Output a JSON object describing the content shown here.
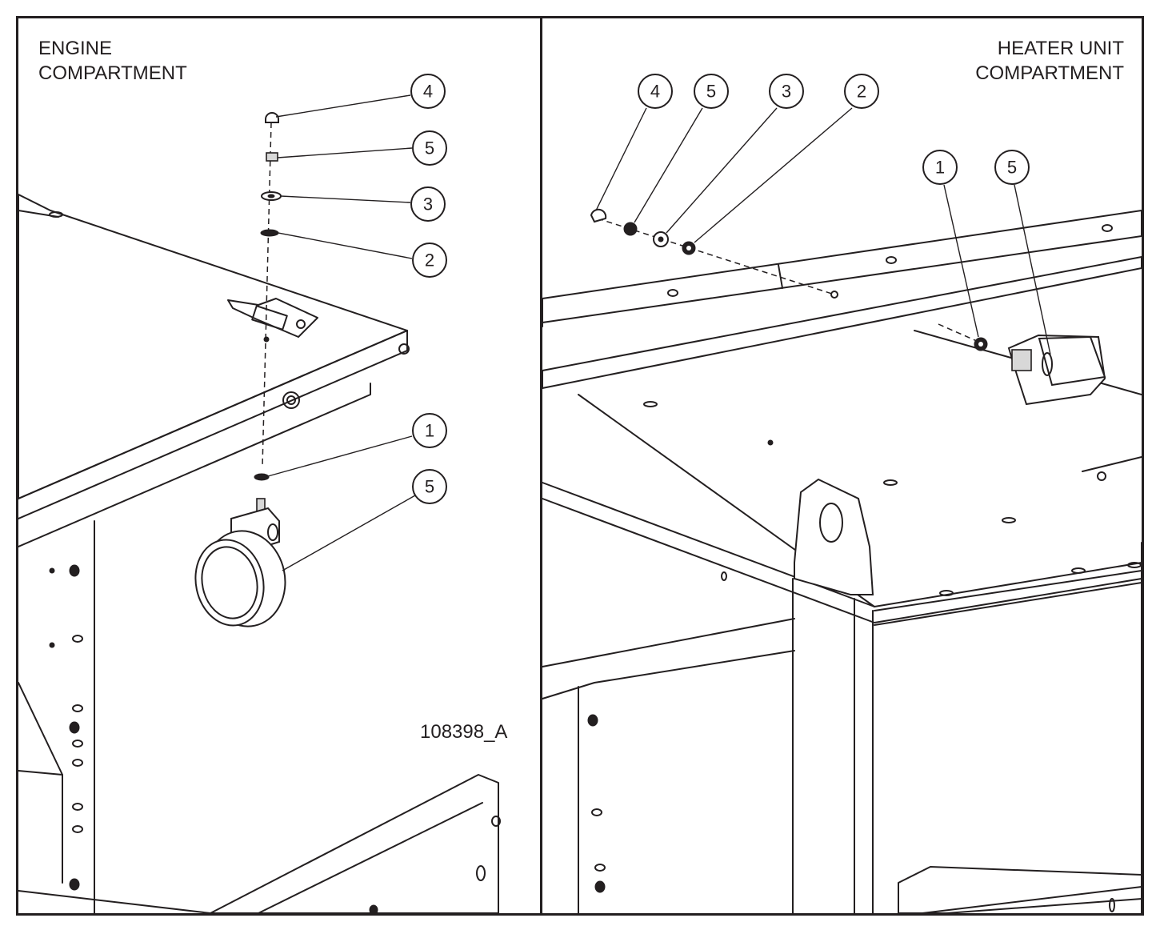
{
  "panels": {
    "left": {
      "title": "ENGINE\nCOMPARTMENT"
    },
    "right": {
      "title": "HEATER UNIT\nCOMPARTMENT"
    }
  },
  "drawing_id": "108398_A",
  "callouts": {
    "left": [
      "4",
      "5",
      "3",
      "2",
      "1",
      "5"
    ],
    "right": [
      "4",
      "5",
      "3",
      "2",
      "1",
      "5"
    ]
  }
}
